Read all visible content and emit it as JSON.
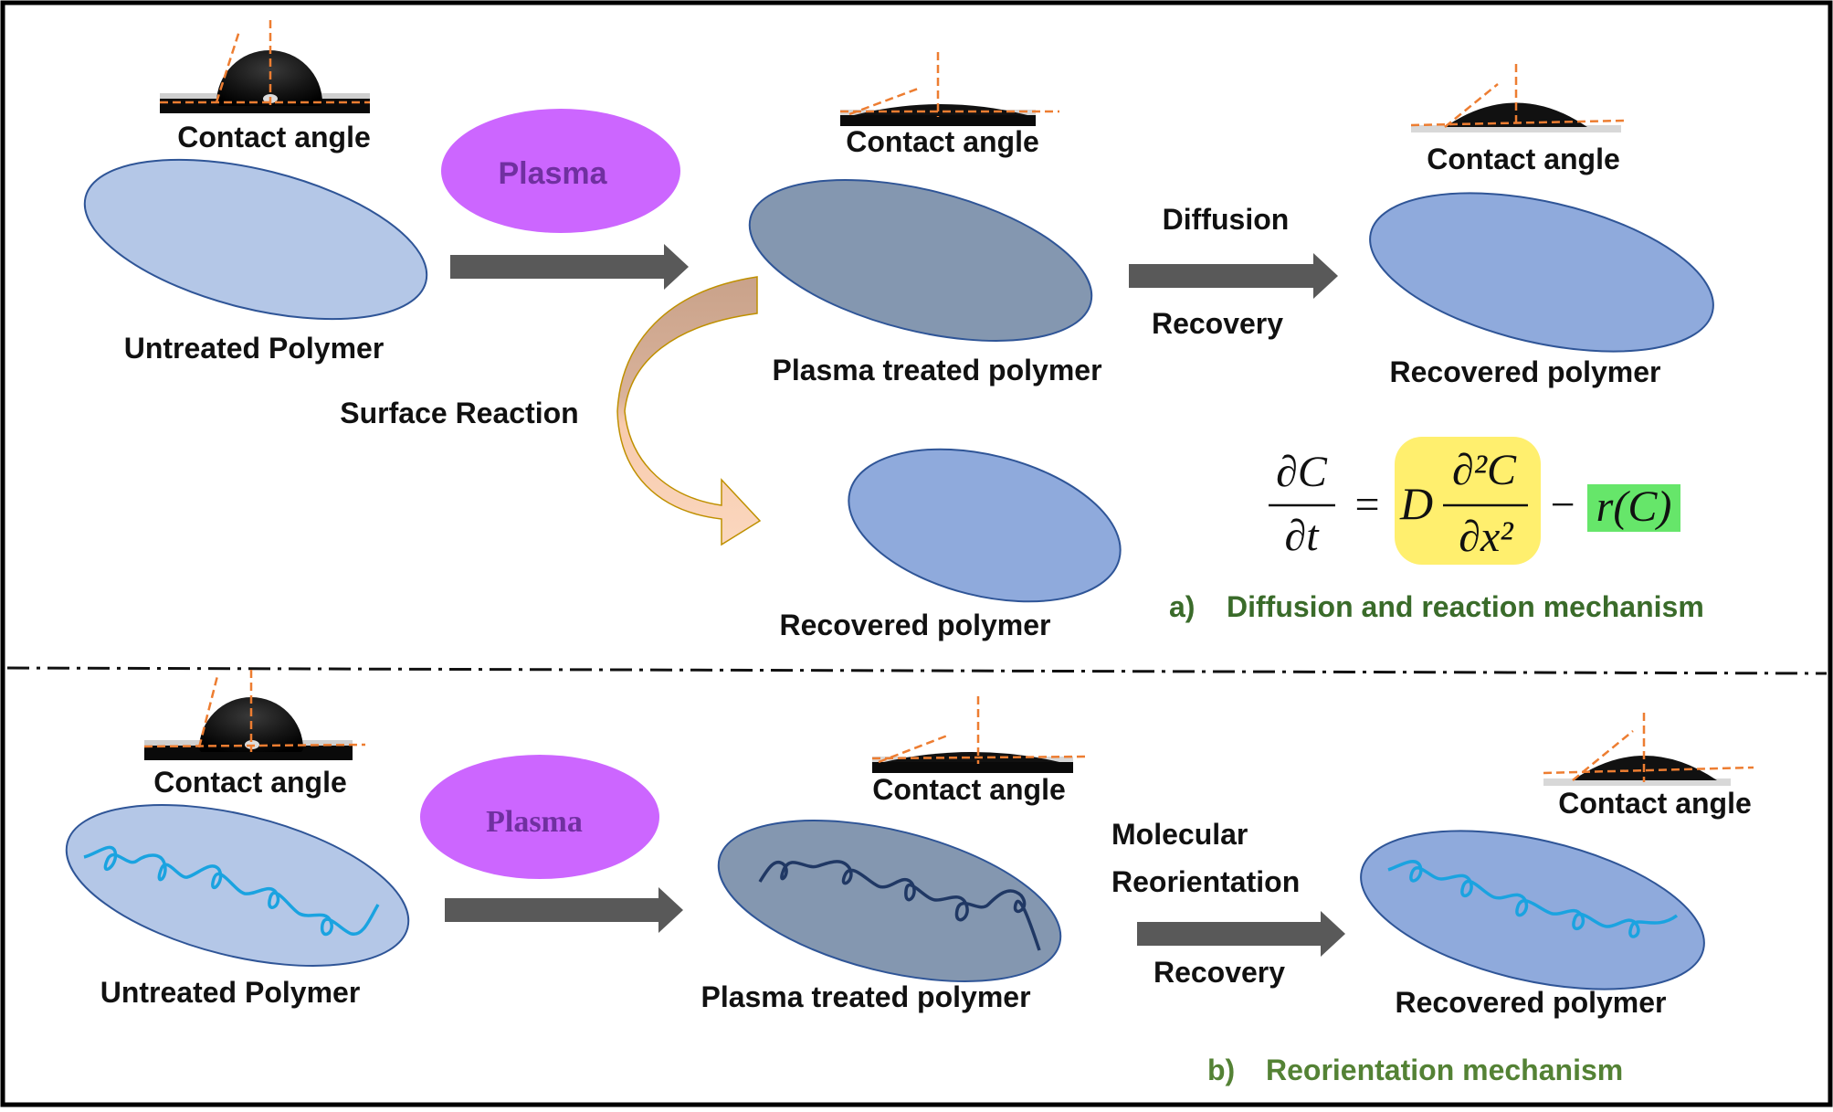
{
  "colors": {
    "frame": "#000000",
    "untreated": "#b4c7e7",
    "treated": "#8497b0",
    "recovered": "#8faadc",
    "ellipse_stroke": "#2f5597",
    "plasma": "#cc66ff",
    "plasma_text": "#7030a0",
    "arrow": "#595959",
    "curved_arrow_top": "#c9a28a",
    "curved_arrow_bottom": "#f8cbad",
    "chain_light": "#1aa3e0",
    "chain_dark": "#203864",
    "caption": "#548235",
    "caption_a": "#3a6b2a",
    "highlight_yellow": "#ffef6e",
    "highlight_green": "#66e66a",
    "angle_line": "#ed7d31"
  },
  "panel_a": {
    "contact_angle_label": "Contact angle",
    "plasma_label": "Plasma",
    "untreated_label": "Untreated Polymer",
    "treated_label": "Plasma treated polymer",
    "diffusion_label": "Diffusion",
    "recovery_label": "Recovery",
    "recovered_label": "Recovered polymer",
    "surface_reaction_label": "Surface Reaction",
    "caption_letter": "a)",
    "caption_text": "Diffusion and reaction mechanism",
    "equation": {
      "lhs_num": "∂C",
      "lhs_den": "∂t",
      "equals": "=",
      "coef": "D",
      "rhs_num": "∂²C",
      "rhs_den": "∂x²",
      "minus": "−",
      "reaction": "r(C)"
    }
  },
  "panel_b": {
    "contact_angle_label": "Contact angle",
    "plasma_label": "Plasma",
    "untreated_label": "Untreated Polymer",
    "treated_label": "Plasma treated polymer",
    "molecular_label": "Molecular",
    "reorientation_label": "Reorientation",
    "recovery_label": "Recovery",
    "recovered_label": "Recovered polymer",
    "caption_letter": "b)",
    "caption_text": "Reorientation mechanism"
  }
}
